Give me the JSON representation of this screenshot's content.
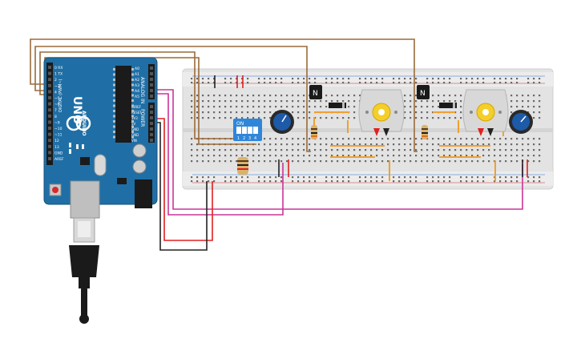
{
  "arduino": {
    "brand": "UNO",
    "maker": "ARDUINO",
    "digital_label": "DIGITAL (PWM~)",
    "analog_label": "ANALOG IN",
    "power_label": "POWER",
    "digital_pins": [
      "0 RX",
      "1 TX",
      "2",
      "~3",
      "4",
      "~5",
      "~6",
      "7",
      "8",
      "~9",
      "~10",
      "~11",
      "12",
      "13",
      "GND",
      "AREF"
    ],
    "analog_pins": [
      "A0",
      "A1",
      "A2",
      "A3",
      "A4",
      "A5"
    ],
    "power_pins": [
      "IOREF",
      "RESET",
      "3V3",
      "5V",
      "GND",
      "GND",
      "VIN"
    ],
    "led_labels": [
      "TX",
      "RX",
      "L",
      "ON"
    ]
  },
  "dip_switch": {
    "label": "ON",
    "numbers": [
      "1",
      "2",
      "3",
      "4"
    ]
  },
  "transistors": [
    {
      "label": "N"
    },
    {
      "label": "N"
    }
  ],
  "colors": {
    "board": "#1f6fa6",
    "breadboard": "#e6e6e6",
    "wire_brown": "#9a6a3a",
    "wire_magenta": "#cc3399",
    "wire_red": "#e02020",
    "wire_black": "#222222",
    "wire_orange": "#f0a030"
  }
}
